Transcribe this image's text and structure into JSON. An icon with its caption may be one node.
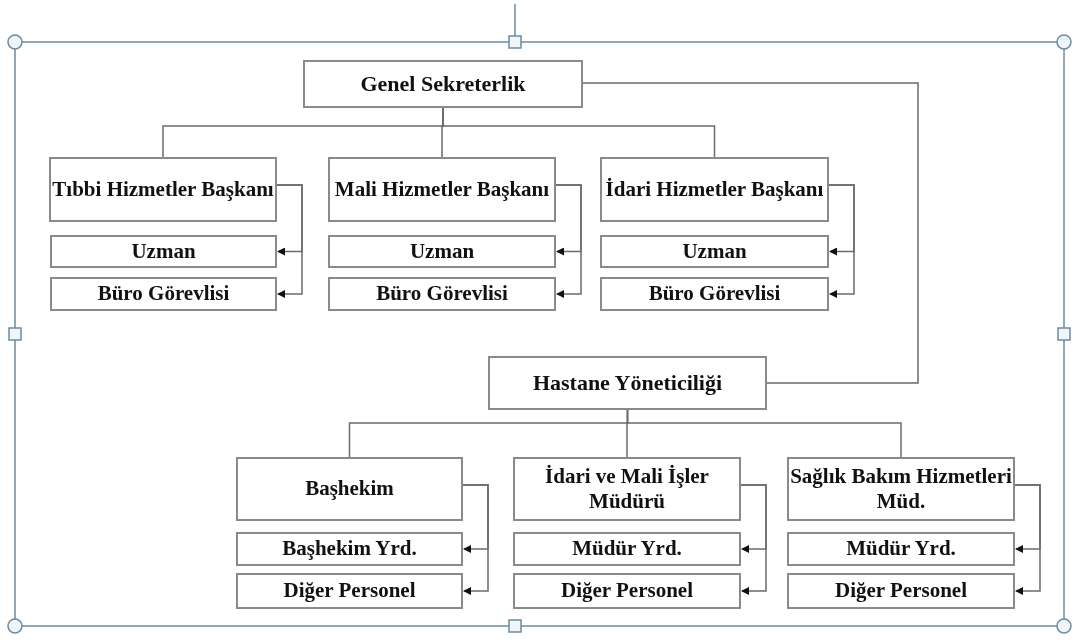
{
  "diagram": {
    "nodes": [
      {
        "text": [
          "Genel Sekreterlik"
        ]
      },
      {
        "text": [
          "Tıbbi Hizmetler Başkanı"
        ]
      },
      {
        "text": [
          "Uzman"
        ]
      },
      {
        "text": [
          "Büro Görevlisi"
        ]
      },
      {
        "text": [
          "Mali Hizmetler Başkanı"
        ]
      },
      {
        "text": [
          "Uzman"
        ]
      },
      {
        "text": [
          "Büro Görevlisi"
        ]
      },
      {
        "text": [
          "İdari Hizmetler Başkanı"
        ]
      },
      {
        "text": [
          "Uzman"
        ]
      },
      {
        "text": [
          "Büro Görevlisi"
        ]
      },
      {
        "text": [
          "Hastane Yöneticiliği"
        ]
      },
      {
        "text": [
          "Başhekim"
        ]
      },
      {
        "text": [
          "Başhekim Yrd."
        ]
      },
      {
        "text": [
          "Diğer Personel"
        ]
      },
      {
        "text": [
          "İdari ve Mali İşler Müdürü"
        ]
      },
      {
        "text": [
          "Müdür Yrd."
        ]
      },
      {
        "text": [
          "Diğer Personel"
        ]
      },
      {
        "text": [
          "Sağlık Bakım Hizmetleri Müd."
        ]
      },
      {
        "text": [
          "Müdür Yrd."
        ]
      },
      {
        "text": [
          "Diğer Personel"
        ]
      }
    ],
    "edges": [
      {
        "from": 0,
        "to": 1,
        "arrow": "none"
      },
      {
        "from": 0,
        "to": 4,
        "arrow": "none"
      },
      {
        "from": 0,
        "to": 7,
        "arrow": "none"
      },
      {
        "from": 0,
        "to": 10,
        "arrow": "none"
      },
      {
        "from": 1,
        "to": 2,
        "arrow": "to"
      },
      {
        "from": 1,
        "to": 3,
        "arrow": "to"
      },
      {
        "from": 4,
        "to": 5,
        "arrow": "to"
      },
      {
        "from": 4,
        "to": 6,
        "arrow": "to"
      },
      {
        "from": 7,
        "to": 8,
        "arrow": "to"
      },
      {
        "from": 7,
        "to": 9,
        "arrow": "to"
      },
      {
        "from": 10,
        "to": 11,
        "arrow": "none"
      },
      {
        "from": 10,
        "to": 14,
        "arrow": "none"
      },
      {
        "from": 10,
        "to": 17,
        "arrow": "none"
      },
      {
        "from": 11,
        "to": 12,
        "arrow": "to"
      },
      {
        "from": 11,
        "to": 13,
        "arrow": "to"
      },
      {
        "from": 14,
        "to": 15,
        "arrow": "to"
      },
      {
        "from": 14,
        "to": 16,
        "arrow": "to"
      },
      {
        "from": 17,
        "to": 18,
        "arrow": "to"
      },
      {
        "from": 17,
        "to": 19,
        "arrow": "to"
      }
    ]
  }
}
